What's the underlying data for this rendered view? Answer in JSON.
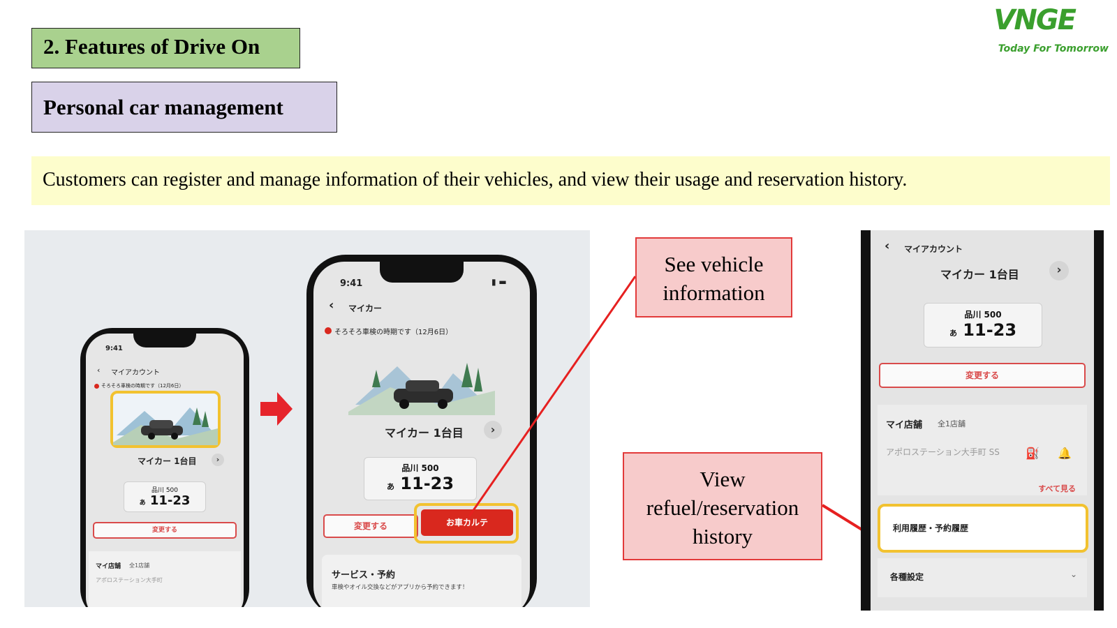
{
  "header": {
    "section_title": "2. Features of Drive On",
    "subsection_title": "Personal car management",
    "description": "Customers can register and manage information of their vehicles, and view their usage and reservation history."
  },
  "logo": {
    "mark": "VNGE",
    "tagline": "Today For Tomorrow",
    "color": "#3a9f2d"
  },
  "phone_small": {
    "time": "9:41",
    "nav_title": "マイアカウント",
    "notice": "そろそろ車検の時期です（12月6日）",
    "car_name": "マイカー 1台目",
    "plate_region": "品川 500",
    "plate_kana": "あ",
    "plate_number": "11-23",
    "change_button": "変更する",
    "shop_label": "マイ店舗",
    "shop_count": "全1店舗",
    "shop_name": "アポロステーション大手町"
  },
  "phone_large": {
    "time": "9:41",
    "nav_title": "マイカー",
    "notice": "そろそろ車検の時期です（12月6日）",
    "car_name": "マイカー 1台目",
    "plate_region": "品川 500",
    "plate_kana": "あ",
    "plate_number": "11-23",
    "change_button": "変更する",
    "karte_button": "お車カルテ",
    "service_title": "サービス・予約",
    "service_desc": "車検やオイル交換などがアプリから予約できます！"
  },
  "phone_right": {
    "nav_title": "マイアカウント",
    "car_name": "マイカー 1台目",
    "plate_region": "品川 500",
    "plate_kana": "あ",
    "plate_number": "11-23",
    "change_button": "変更する",
    "shop_label": "マイ店舗",
    "shop_count": "全1店舗",
    "shop_name": "アポロステーション大手町 SS",
    "see_all": "すべて見る",
    "history_item": "利用履歴・予約履歴",
    "settings_item": "各種設定"
  },
  "callouts": {
    "vehicle_info": "See vehicle information",
    "history_line1": "View",
    "history_line2": "refuel/reservation",
    "history_line3": "history"
  },
  "colors": {
    "section_green": "#a9d18e",
    "subsection_lavender": "#d9d2e9",
    "description_yellow": "#fdfdcc",
    "callout_fill": "#f7cbcb",
    "callout_line": "#e62020",
    "highlight": "#f2c230",
    "app_red": "#d9281e"
  }
}
